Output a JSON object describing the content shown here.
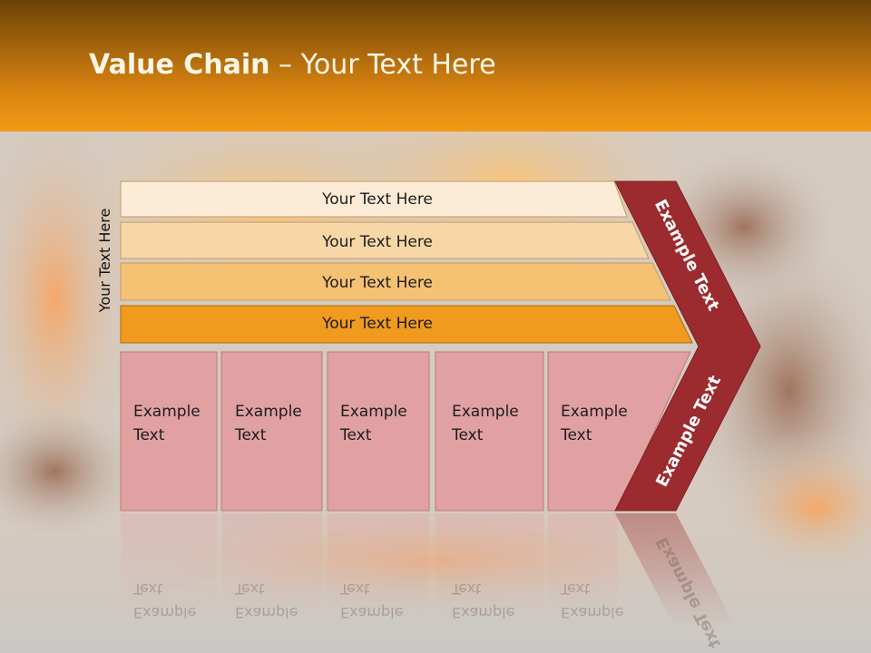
{
  "title": {
    "bold": "Value Chain",
    "rest": " – Your Text Here"
  },
  "side_label": "Your Text Here",
  "bars": [
    {
      "label": "Your Text Here",
      "color": "#fcecd7"
    },
    {
      "label": "Your Text Here",
      "color": "#f8d7a7"
    },
    {
      "label": "Your Text Here",
      "color": "#f5c173"
    },
    {
      "label": "Your Text Here",
      "color": "#f09a1e"
    }
  ],
  "boxes": [
    {
      "line1": "Example",
      "line2": "Text"
    },
    {
      "line1": "Example",
      "line2": "Text"
    },
    {
      "line1": "Example",
      "line2": "Text"
    },
    {
      "line1": "Example",
      "line2": "Text"
    },
    {
      "line1": "Example",
      "line2": "Text"
    }
  ],
  "chevron": {
    "upper": "Example Text",
    "lower": "Example Text",
    "color": "#9b2b2e"
  },
  "colors": {
    "box": "#e1a1a3",
    "header_bottom": "#f29a17"
  }
}
